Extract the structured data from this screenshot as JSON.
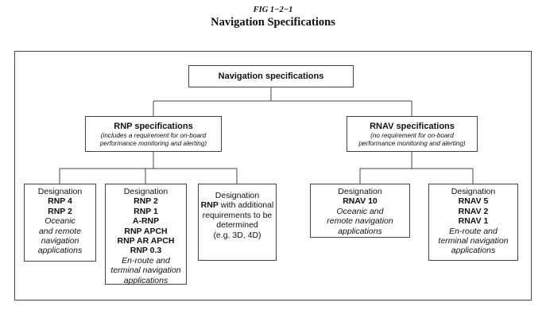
{
  "figure": {
    "label": "FIG 1−2−1",
    "title": "Navigation Specifications"
  },
  "root": {
    "label": "Navigation specifications"
  },
  "rnp": {
    "title": "RNP specifications",
    "subtitle_line1": "(includes a requirement for on-board",
    "subtitle_line2": "performance monitoring and alerting)"
  },
  "rnav": {
    "title": "RNAV specifications",
    "subtitle_line1": "(no requirement for on-board",
    "subtitle_line2": "performance monitoring and alerting)"
  },
  "leaves": {
    "oceanic_rnp": {
      "heading": "Designation",
      "designations": [
        "RNP 4",
        "RNP 2"
      ],
      "description": [
        "Oceanic",
        "and remote",
        "navigation",
        "applications"
      ]
    },
    "enroute_rnp": {
      "heading": "Designation",
      "designations": [
        "RNP 2",
        "RNP 1",
        "A-RNP",
        "RNP APCH",
        "RNP AR APCH",
        "RNP 0.3"
      ],
      "description": [
        "En-route and",
        "terminal navigation",
        "applications"
      ]
    },
    "future_rnp": {
      "heading": "Designation",
      "bold_word": "RNP",
      "line_after_bold": " with additional",
      "lines": [
        "requirements to be",
        "determined",
        "(e.g. 3D, 4D)"
      ]
    },
    "oceanic_rnav": {
      "heading": "Designation",
      "designations": [
        "RNAV 10"
      ],
      "description": [
        "Oceanic and",
        "remote navigation",
        "applications"
      ]
    },
    "enroute_rnav": {
      "heading": "Designation",
      "designations": [
        "RNAV 5",
        "RNAV 2",
        "RNAV 1"
      ],
      "description": [
        "En-route and",
        "terminal navigation",
        "applications"
      ]
    }
  }
}
